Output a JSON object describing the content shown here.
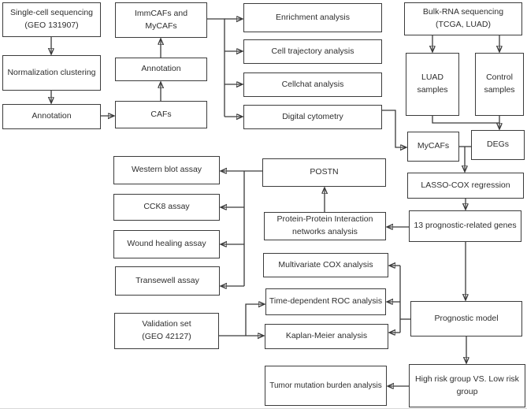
{
  "figure": {
    "type": "flowchart",
    "background_color": "#ffffff",
    "box_border_color": "#3c3c3c",
    "arrow_color": "#3a3a3a",
    "text_color": "#2e2e2e"
  },
  "nodes": [
    {
      "id": "single-cell-seq",
      "label": "Single-cell sequencing\n(GEO 131907)"
    },
    {
      "id": "normalization-clustering",
      "label": "Normalization clustering"
    },
    {
      "id": "annotation-1",
      "label": "Annotation"
    },
    {
      "id": "immcafs-and-mycafs",
      "label": "ImmCAFs and\nMyCAFs"
    },
    {
      "id": "annotation-2",
      "label": "Annotation"
    },
    {
      "id": "cafs",
      "label": "CAFs"
    },
    {
      "id": "enrichment-analysis",
      "label": "Enrichment analysis"
    },
    {
      "id": "cell-trajectory-analysis",
      "label": "Cell trajectory analysis"
    },
    {
      "id": "cellchat-analysis",
      "label": "Cellchat analysis"
    },
    {
      "id": "digital-cytometry",
      "label": "Digital cytometry"
    },
    {
      "id": "bulk-rna-seq",
      "label": "Bulk-RNA sequencing\n(TCGA, LUAD)"
    },
    {
      "id": "luad-samples",
      "label": "LUAD\nsamples"
    },
    {
      "id": "control-samples",
      "label": "Control\nsamples"
    },
    {
      "id": "mycafs",
      "label": "MyCAFs"
    },
    {
      "id": "degs",
      "label": "DEGs"
    },
    {
      "id": "lasso-cox-regression",
      "label": "LASSO-COX regression"
    },
    {
      "id": "prognostic-genes",
      "label": "13 prognostic-related genes"
    },
    {
      "id": "postn",
      "label": "POSTN"
    },
    {
      "id": "ppi-networks-analysis",
      "label": "Protein-Protein Interaction\nnetworks analysis"
    },
    {
      "id": "multivariate-cox-analysis",
      "label": "Multivariate COX analysis"
    },
    {
      "id": "time-dependent-roc-analysis",
      "label": "Time-dependent ROC analysis"
    },
    {
      "id": "kaplan-meier-analysis",
      "label": "Kaplan-Meier analysis"
    },
    {
      "id": "western-blot-assay",
      "label": "Western blot assay"
    },
    {
      "id": "cck8-assay",
      "label": "CCK8 assay"
    },
    {
      "id": "wound-healing-assay",
      "label": "Wound healing assay"
    },
    {
      "id": "transewell-assay",
      "label": "Transewell assay"
    },
    {
      "id": "validation-set",
      "label": "Validation set\n(GEO 42127)"
    },
    {
      "id": "prognostic-model",
      "label": "Prognostic model"
    },
    {
      "id": "high-vs-low-risk-group",
      "label": "High risk group VS. Low risk\ngroup"
    },
    {
      "id": "tumor-mutation-burden-analysis",
      "label": "Tumor mutation burden analysis"
    }
  ],
  "edges": [
    {
      "from": "single-cell-seq",
      "to": "normalization-clustering",
      "type": "arrow"
    },
    {
      "from": "normalization-clustering",
      "to": "annotation-1",
      "type": "arrow"
    },
    {
      "from": "annotation-1",
      "to": "cafs",
      "type": "arrow"
    },
    {
      "from": "cafs",
      "to": "annotation-2",
      "type": "arrow"
    },
    {
      "from": "annotation-2",
      "to": "immcafs-and-mycafs",
      "type": "arrow"
    },
    {
      "from": "immcafs-and-mycafs",
      "to": "enrichment-analysis",
      "type": "arrow"
    },
    {
      "from": "immcafs-and-mycafs",
      "to": "cell-trajectory-analysis",
      "type": "arrow"
    },
    {
      "from": "immcafs-and-mycafs",
      "to": "cellchat-analysis",
      "type": "arrow"
    },
    {
      "from": "immcafs-and-mycafs",
      "to": "digital-cytometry",
      "type": "arrow"
    },
    {
      "from": "bulk-rna-seq",
      "to": "luad-samples",
      "type": "arrow"
    },
    {
      "from": "bulk-rna-seq",
      "to": "control-samples",
      "type": "arrow"
    },
    {
      "from": "luad-samples",
      "to": "degs",
      "type": "arrow"
    },
    {
      "from": "control-samples",
      "to": "degs",
      "type": "arrow"
    },
    {
      "from": "digital-cytometry",
      "to": "mycafs",
      "type": "arrow"
    },
    {
      "from": "mycafs",
      "to": "degs",
      "type": "line"
    },
    {
      "from": "mycafs",
      "to": "lasso-cox-regression",
      "type": "arrow"
    },
    {
      "from": "lasso-cox-regression",
      "to": "prognostic-genes",
      "type": "arrow"
    },
    {
      "from": "prognostic-genes",
      "to": "ppi-networks-analysis",
      "type": "arrow"
    },
    {
      "from": "ppi-networks-analysis",
      "to": "postn",
      "type": "arrow"
    },
    {
      "from": "postn",
      "to": "western-blot-assay",
      "type": "arrow"
    },
    {
      "from": "postn",
      "to": "cck8-assay",
      "type": "arrow"
    },
    {
      "from": "postn",
      "to": "wound-healing-assay",
      "type": "arrow"
    },
    {
      "from": "postn",
      "to": "transewell-assay",
      "type": "arrow"
    },
    {
      "from": "prognostic-genes",
      "to": "prognostic-model",
      "type": "arrow"
    },
    {
      "from": "prognostic-model",
      "to": "multivariate-cox-analysis",
      "type": "arrow"
    },
    {
      "from": "prognostic-model",
      "to": "time-dependent-roc-analysis",
      "type": "arrow"
    },
    {
      "from": "prognostic-model",
      "to": "kaplan-meier-analysis",
      "type": "arrow"
    },
    {
      "from": "validation-set",
      "to": "time-dependent-roc-analysis",
      "type": "arrow"
    },
    {
      "from": "validation-set",
      "to": "kaplan-meier-analysis",
      "type": "arrow"
    },
    {
      "from": "prognostic-model",
      "to": "high-vs-low-risk-group",
      "type": "arrow"
    },
    {
      "from": "high-vs-low-risk-group",
      "to": "tumor-mutation-burden-analysis",
      "type": "arrow"
    }
  ]
}
